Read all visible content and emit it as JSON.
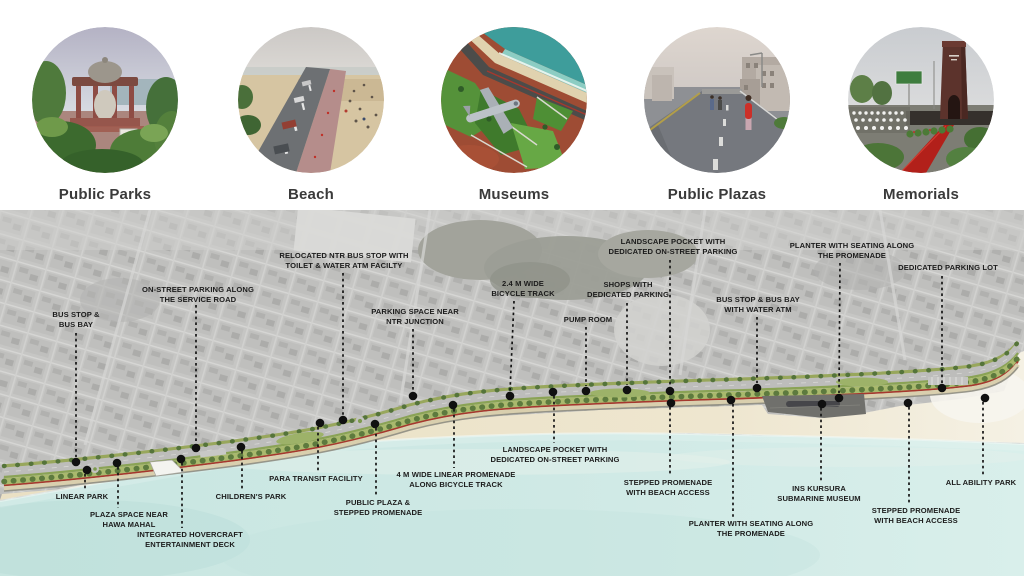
{
  "categories": [
    {
      "label": "Public Parks"
    },
    {
      "label": "Beach"
    },
    {
      "label": "Museums"
    },
    {
      "label": "Public Plazas"
    },
    {
      "label": "Memorials"
    }
  ],
  "map": {
    "callouts": [
      {
        "id": "bus-stop-bus-bay",
        "lines": [
          "BUS STOP &",
          "BUS BAY"
        ]
      },
      {
        "id": "on-street-parking-service-road",
        "lines": [
          "ON-STREET PARKING ALONG",
          "THE SERVICE ROAD"
        ]
      },
      {
        "id": "relocated-ntr-bus-stop",
        "lines": [
          "RELOCATED NTR BUS STOP WITH",
          "TOILET & WATER ATM FACILTY"
        ]
      },
      {
        "id": "parking-space-ntr-junction",
        "lines": [
          "PARKING SPACE NEAR",
          "NTR JUNCTION"
        ]
      },
      {
        "id": "bicycle-track",
        "lines": [
          "2.4 M WIDE",
          "BICYCLE TRACK"
        ]
      },
      {
        "id": "pump-room",
        "lines": [
          "PUMP ROOM"
        ]
      },
      {
        "id": "shops-dedicated-parking",
        "lines": [
          "SHOPS WITH",
          "DEDICATED PARKING"
        ]
      },
      {
        "id": "landscape-pocket-north",
        "lines": [
          "LANDSCAPE POCKET WITH",
          "DEDICATED ON-STREET PARKING"
        ]
      },
      {
        "id": "bus-stop-water-atm",
        "lines": [
          "BUS STOP & BUS BAY",
          "WITH WATER ATM"
        ]
      },
      {
        "id": "planter-seating-north",
        "lines": [
          "PLANTER WITH SEATING ALONG",
          "THE PROMENADE"
        ]
      },
      {
        "id": "dedicated-parking-lot",
        "lines": [
          "DEDICATED PARKING LOT"
        ]
      },
      {
        "id": "linear-park",
        "lines": [
          "LINEAR PARK"
        ]
      },
      {
        "id": "plaza-space-hawa-mahal",
        "lines": [
          "PLAZA SPACE NEAR",
          "HAWA MAHAL"
        ]
      },
      {
        "id": "integrated-hovercraft-deck",
        "lines": [
          "INTEGRATED HOVERCRAFT",
          "ENTERTAINMENT DECK"
        ]
      },
      {
        "id": "childrens-park",
        "lines": [
          "CHILDREN'S PARK"
        ]
      },
      {
        "id": "para-transit-facility",
        "lines": [
          "PARA TRANSIT FACILITY"
        ]
      },
      {
        "id": "public-plaza-stepped-promenade",
        "lines": [
          "PUBLIC PLAZA &",
          "STEPPED PROMENADE"
        ]
      },
      {
        "id": "linear-promenade-bicycle-track",
        "lines": [
          "4 M WIDE LINEAR PROMENADE",
          "ALONG BICYCLE TRACK"
        ]
      },
      {
        "id": "landscape-pocket-south",
        "lines": [
          "LANDSCAPE POCKET WITH",
          "DEDICATED ON-STREET PARKING"
        ]
      },
      {
        "id": "stepped-promenade-west",
        "lines": [
          "STEPPED PROMENADE",
          "WITH BEACH ACCESS"
        ]
      },
      {
        "id": "planter-seating-south",
        "lines": [
          "PLANTER WITH SEATING ALONG",
          "THE PROMENADE"
        ]
      },
      {
        "id": "ins-kursura-submarine-museum",
        "lines": [
          "INS KURSURA",
          "SUBMARINE MUSEUM"
        ]
      },
      {
        "id": "stepped-promenade-east",
        "lines": [
          "STEPPED PROMENADE",
          "WITH BEACH ACCESS"
        ]
      },
      {
        "id": "all-ability-park",
        "lines": [
          "ALL ABILITY PARK"
        ]
      }
    ],
    "palette": {
      "label_text": "#1c1c1c",
      "leader_line": "#141414",
      "sea": "#cfe9e5",
      "sand": "#ece3ca",
      "aerial_gray": "#c6c6c4",
      "greenway": "#a9b96d",
      "trees": "#5d7a3e",
      "road": "#bdbdbb",
      "bike_track": "#a5382e",
      "promenade": "#d9cfae"
    }
  }
}
